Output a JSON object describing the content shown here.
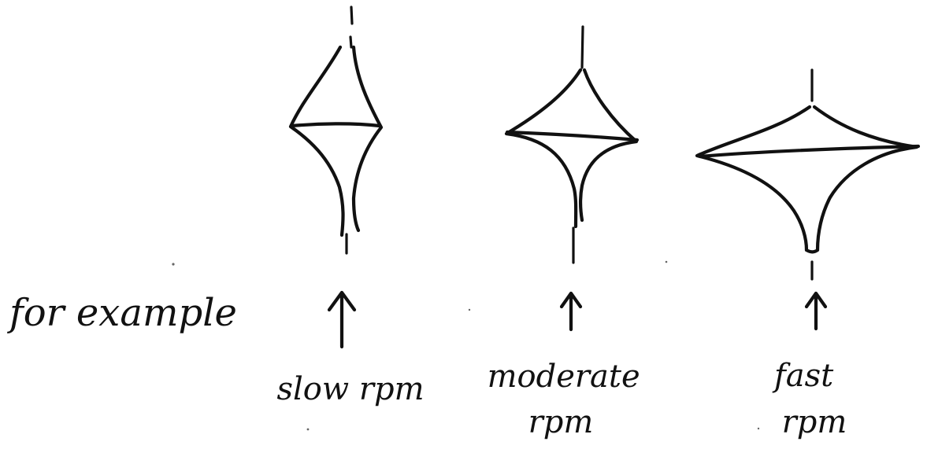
{
  "intro_text": "for example",
  "spindles": [
    {
      "label_lines": [
        "slow rpm"
      ]
    },
    {
      "label_lines": [
        "moderate",
        "rpm"
      ]
    },
    {
      "label_lines": [
        "fast",
        "rpm"
      ]
    }
  ],
  "icons": {
    "arrow": "up-arrow-icon",
    "shape": "spinning-top-diagram"
  },
  "colors": {
    "ink": "#111111",
    "paper": "#ffffff"
  }
}
